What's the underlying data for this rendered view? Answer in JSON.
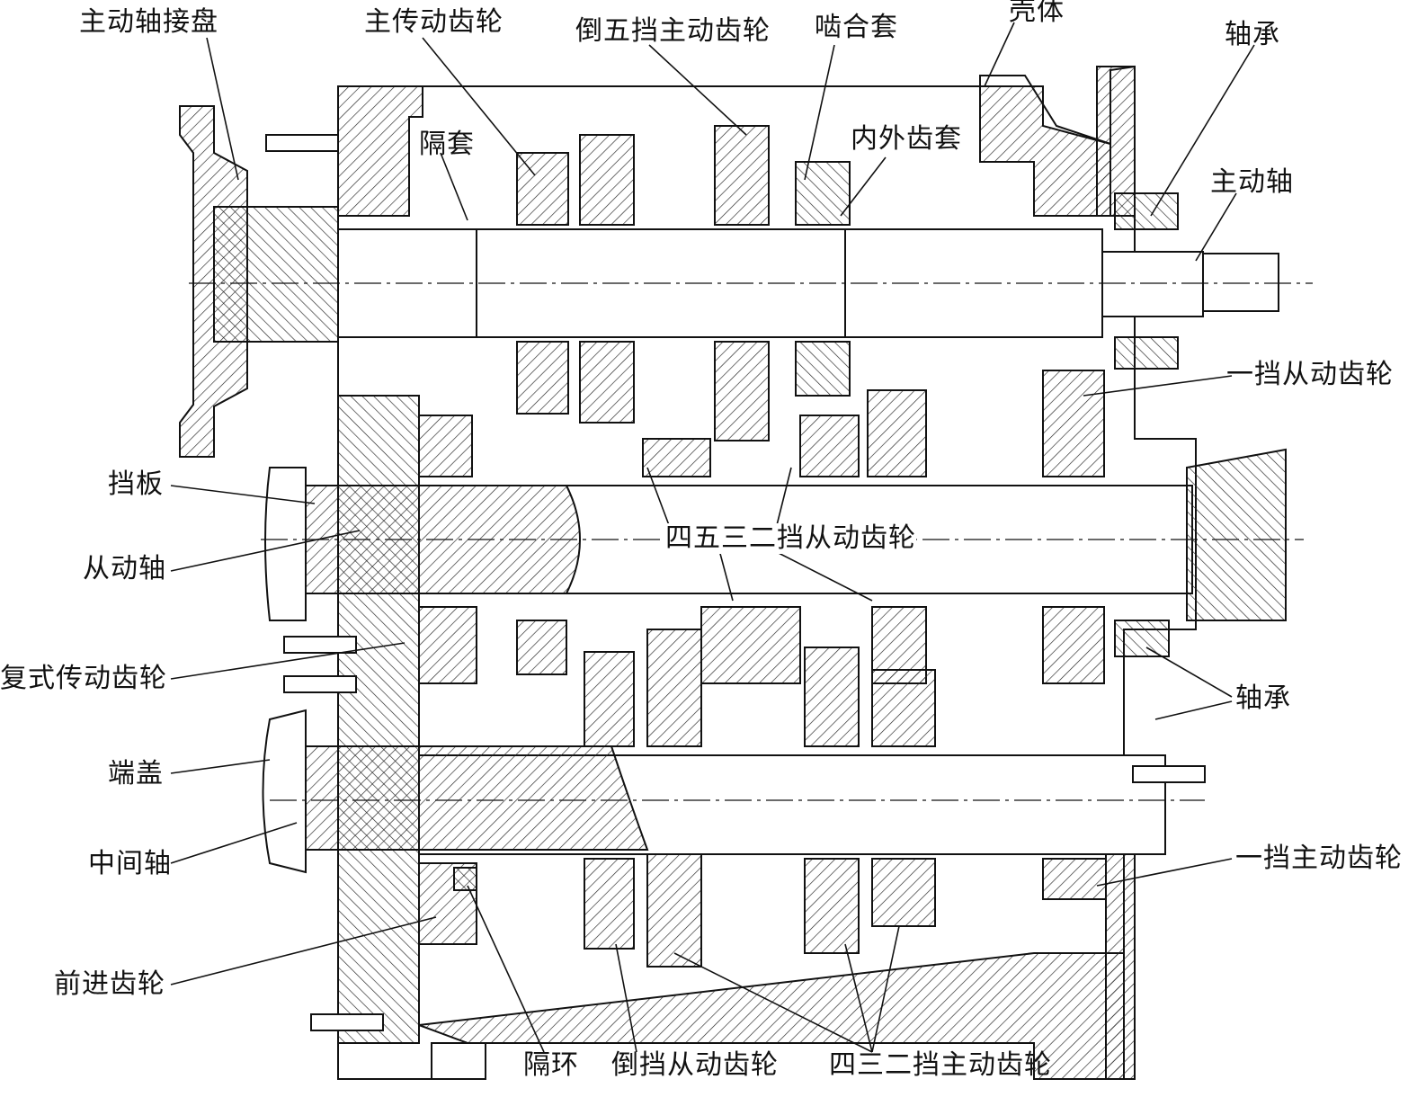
{
  "labels": {
    "drive_shaft_flange": "主动轴接盘",
    "main_drive_gear": "主传动齿轮",
    "reverse_fifth_drive_gear": "倒五挡主动齿轮",
    "engagement_sleeve": "啮合套",
    "housing": "壳体",
    "bearing_top": "轴承",
    "spacer_sleeve": "隔套",
    "inner_outer_gear_sleeve": "内外齿套",
    "drive_shaft": "主动轴",
    "first_gear_driven": "一挡从动齿轮",
    "baffle": "挡板",
    "driven_shaft": "从动轴",
    "driven_gears_4532": "四五三二挡从动齿轮",
    "compound_drive_gear": "复式传动齿轮",
    "bearing_right": "轴承",
    "end_cover": "端盖",
    "countershaft": "中间轴",
    "first_gear_drive": "一挡主动齿轮",
    "forward_gear": "前进齿轮",
    "spacer_ring": "隔环",
    "reverse_driven_gear": "倒挡从动齿轮",
    "drive_gears_432": "四三二挡主动齿轮"
  }
}
